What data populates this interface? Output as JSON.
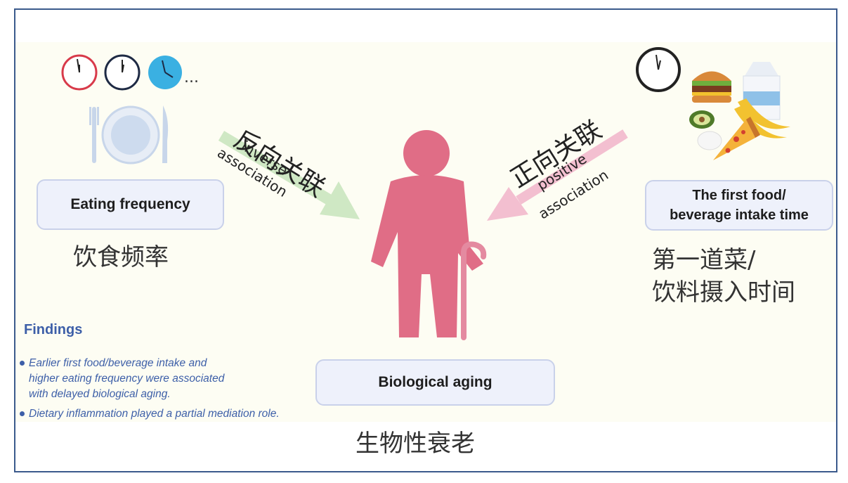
{
  "eating_frequency": {
    "label": "Eating frequency",
    "label_cn": "饮食频率",
    "ellipsis": "..."
  },
  "first_intake": {
    "label_line1": "The first food/",
    "label_line2": "beverage intake time",
    "label_cn_line1": "第一道菜/",
    "label_cn_line2": "饮料摄入时间"
  },
  "inverse": {
    "cn": "反向关联",
    "en_line1": "inverse",
    "en_line2": "association"
  },
  "positive": {
    "cn": "正向关联",
    "en_line1": "positive",
    "en_line2": "association"
  },
  "aging": {
    "label": "Biological aging",
    "label_cn": "生物性衰老"
  },
  "findings": {
    "title": "Findings",
    "item1_line1": "Earlier first food/beverage intake and",
    "item1_line2": "higher eating frequency were associated",
    "item1_line3": "with delayed biological aging.",
    "item2": "Dietary inflammation played a partial mediation role."
  },
  "colors": {
    "person": "#e06d86",
    "inverse_arrow": "#cfe8c4",
    "positive_arrow": "#f3bfd0",
    "findings_text": "#3d5fa8",
    "box_fill": "#eef1fb",
    "frame": "#3b5a8c"
  },
  "icons": [
    "clock-icon",
    "plate-icon",
    "fork-icon",
    "knife-icon",
    "burger-icon",
    "milk-carton-icon",
    "avocado-icon",
    "banana-icon",
    "pizza-icon",
    "egg-icon",
    "elderly-person-icon",
    "cane-icon"
  ]
}
